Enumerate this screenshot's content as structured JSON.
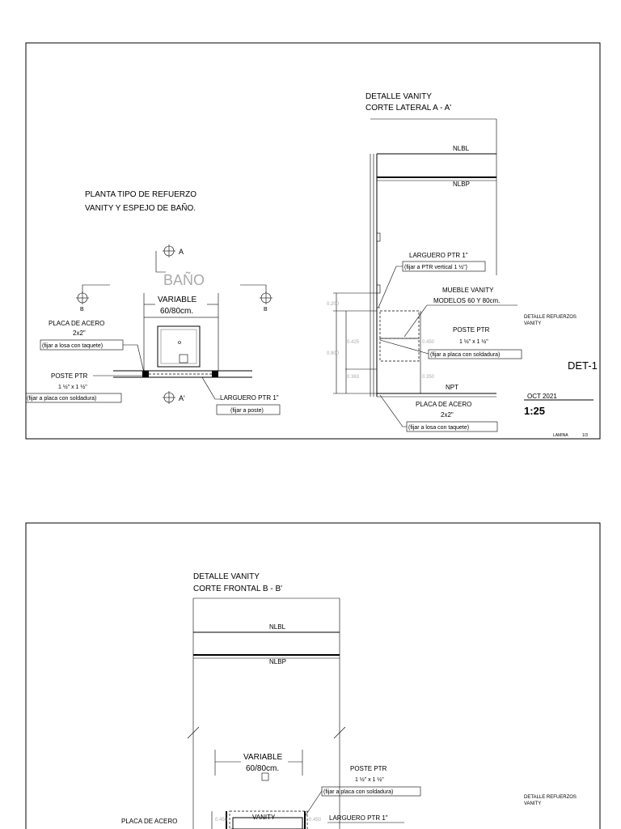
{
  "sheet1": {
    "plan_title_1": "PLANTA TIPO DE REFUERZO",
    "plan_title_2": "VANITY Y ESPEJO DE BAÑO.",
    "room": "BAÑO",
    "section_a": "A",
    "section_a2": "A'",
    "section_b": "B",
    "section_b2": "B",
    "variable": "VARIABLE",
    "variable_dim": "60/80cm.",
    "placa_1": "PLACA DE ACERO",
    "placa_2": "2x2\"",
    "placa_3": "(fijar a losa con taquete)",
    "poste_1": "POSTE PTR",
    "poste_2": "1 ½\" x 1 ½\"",
    "poste_3": "(fijar a placa con soldadura)",
    "larguero_plan_1": "LARGUERO PTR 1\"",
    "larguero_plan_2": "(fijar a poste)",
    "detail_title_1": "DETALLE VANITY",
    "detail_title_2": "CORTE LATERAL A - A'",
    "nlbl": "NLBL",
    "nlbp": "NLBP",
    "npt": "NPT",
    "larguero_1": "LARGUERO PTR 1\"",
    "larguero_2": "(fijar a PTR vertical 1 ½\")",
    "mueble_1": "MUEBLE VANITY",
    "mueble_2": "MODELOS 60 Y 80cm.",
    "poste_s_1": "POSTE PTR",
    "poste_s_2": "1 ½\" x 1 ½\"",
    "poste_s_3": "(fijar a placa con soldadura)",
    "placa_s_1": "PLACA DE ACERO",
    "placa_s_2": "2x2\"",
    "placa_s_3": "(fijar a losa con taquete)",
    "dim_0200": "0.200",
    "dim_0900": "0.900",
    "dim_0425": "0.425",
    "dim_0363": "0.363",
    "dim_0450": "0.450",
    "dim_0350": "0.350",
    "tb_title_1": "DETALLE REFUERZOS",
    "tb_title_2": "VANITY",
    "tb_code": "DET-1",
    "tb_date": "OCT 2021",
    "tb_scale": "1:25",
    "tb_lamina": "LAMINA",
    "tb_page": "1/3"
  },
  "sheet2": {
    "detail_title_1": "DETALLE VANITY",
    "detail_title_2": "CORTE  FRONTAL B - B'",
    "nlbl": "NLBL",
    "nlbp": "NLBP",
    "variable": "VARIABLE",
    "variable_dim": "60/80cm.",
    "poste_1": "POSTE PTR",
    "poste_2": "1 ½\" x 1 ½\"",
    "poste_3": "(fijar a placa con soldadura)",
    "vanity": "VANITY",
    "larguero": "LARGUERO PTR 1\"",
    "placa_1": "PLACA DE ACERO",
    "tb_title_1": "DETALLE REFUERZOS",
    "tb_title_2": "VANITY",
    "dim_a": "0.450",
    "dim_b": "0.450"
  }
}
